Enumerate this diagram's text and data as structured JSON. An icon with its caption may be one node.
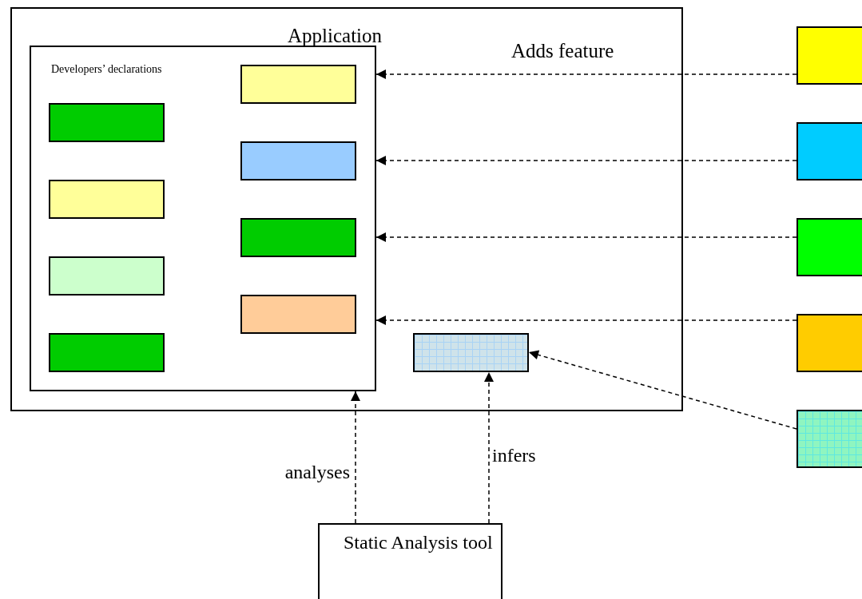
{
  "diagram": {
    "nodes": [
      {
        "text": [
          "Application"
        ]
      },
      {
        "text": [
          "Developers’ declarations"
        ],
        "in": 0
      },
      {
        "text": [],
        "shape": "box",
        "in": 1
      },
      {
        "text": [],
        "shape": "box",
        "in": 1
      },
      {
        "text": [],
        "shape": "box",
        "in": 1
      },
      {
        "text": [],
        "shape": "box",
        "in": 1
      },
      {
        "text": [],
        "shape": "box",
        "in": 1
      },
      {
        "text": [],
        "shape": "box",
        "in": 1
      },
      {
        "text": [],
        "shape": "box",
        "in": 1
      },
      {
        "text": [],
        "shape": "box",
        "in": 1
      },
      {
        "text": [],
        "shape": "box",
        "in": 0
      },
      {
        "text": [],
        "shape": "box"
      },
      {
        "text": [],
        "shape": "box"
      },
      {
        "text": [],
        "shape": "box"
      },
      {
        "text": [],
        "shape": "box"
      },
      {
        "text": [],
        "shape": "box"
      },
      {
        "text": [
          "Static Analysis tool"
        ]
      }
    ],
    "edges": [
      {
        "from": 11,
        "to": 1,
        "arrow": "to",
        "style": "dashed"
      },
      {
        "from": 12,
        "to": 1,
        "arrow": "to",
        "style": "dashed"
      },
      {
        "from": 13,
        "to": 1,
        "arrow": "to",
        "style": "dashed"
      },
      {
        "from": 14,
        "to": 1,
        "arrow": "to",
        "style": "dashed"
      },
      {
        "from": 15,
        "to": 10,
        "arrow": "to",
        "style": "dashed"
      },
      {
        "from": 16,
        "to": 1,
        "arrow": "to",
        "style": "dashed",
        "label": "analyses"
      },
      {
        "from": 16,
        "to": 10,
        "arrow": "to",
        "style": "dashed",
        "label": "infers"
      }
    ],
    "labels": [
      "Adds feature"
    ]
  }
}
